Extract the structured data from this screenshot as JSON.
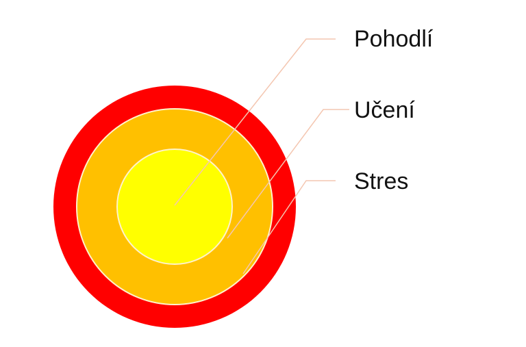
{
  "zones": [
    {
      "label": "Pohodlí",
      "color": "#FFFF00"
    },
    {
      "label": "Učení",
      "color": "#FFC000"
    },
    {
      "label": "Stres",
      "color": "#FF0000"
    }
  ],
  "leader_color": "#F4C6B0",
  "ring_border_color": "#FFF2CC"
}
